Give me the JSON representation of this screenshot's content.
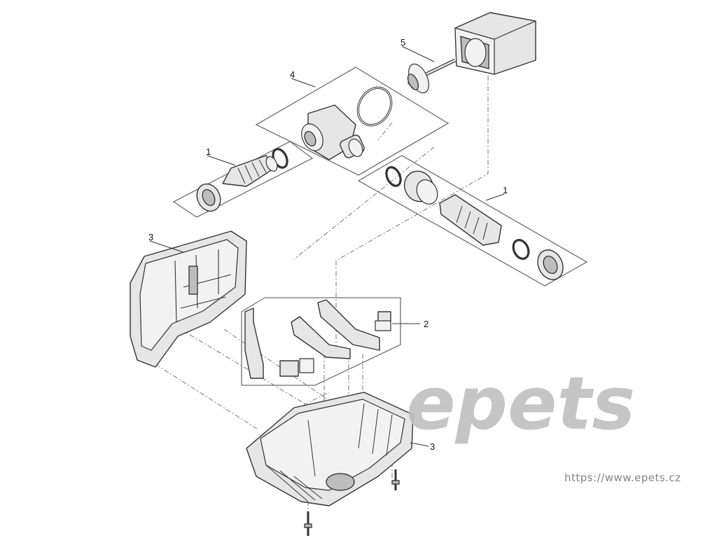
{
  "callouts": {
    "c1a": "1",
    "c1b": "1",
    "c2": "2",
    "c3a": "3",
    "c3b": "3",
    "c4": "4",
    "c5": "5"
  },
  "watermark": {
    "brand": "epets",
    "url": "https://www.epets.cz",
    "color": "#bfbfbf"
  }
}
